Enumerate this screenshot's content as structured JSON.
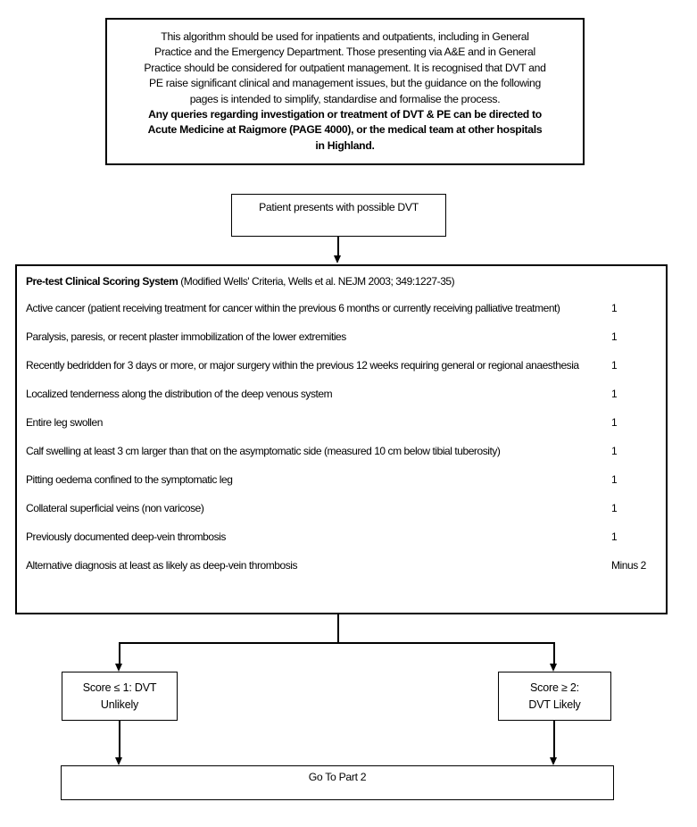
{
  "colors": {
    "line": "#000000",
    "border": "#000000",
    "background": "#ffffff"
  },
  "intro_box": {
    "lines": [
      "This algorithm should be used for inpatients and outpatients, including in General",
      "Practice and the Emergency Department. Those presenting via A&E and in General",
      "Practice should be considered for outpatient management. It is recognised that DVT and",
      "PE raise significant clinical and management issues, but the guidance on the following",
      "pages is intended to simplify, standardise and formalise the process."
    ],
    "bold_lines": [
      "Any queries regarding investigation or treatment of DVT & PE can be directed to",
      "Acute Medicine at Raigmore (PAGE 4000), or the medical team at other hospitals",
      "in Highland."
    ]
  },
  "patient_box": {
    "label": "Patient presents with possible DVT"
  },
  "scoring": {
    "title_bold": "Pre-test Clinical Scoring System",
    "title_rest": " (Modified Wells' Criteria, Wells et al. NEJM 2003; 349:1227-35)",
    "rows": [
      {
        "text": "Active cancer (patient receiving treatment for cancer within the previous 6 months or currently receiving palliative treatment)",
        "score": "1"
      },
      {
        "text": "Paralysis, paresis, or recent plaster immobilization of the lower extremities",
        "score": "1"
      },
      {
        "text": "Recently bedridden for 3 days or more, or major surgery within the previous 12 weeks requiring general or regional anaesthesia",
        "score": "1"
      },
      {
        "text": "Localized tenderness along the distribution of the deep venous system",
        "score": "1"
      },
      {
        "text": "Entire leg swollen",
        "score": "1"
      },
      {
        "text": "Calf swelling at least 3 cm larger than that on the asymptomatic side (measured 10 cm below tibial tuberosity)",
        "score": "1"
      },
      {
        "text": "Pitting oedema confined to the symptomatic leg",
        "score": "1"
      },
      {
        "text": "Collateral superficial veins (non varicose)",
        "score": "1"
      },
      {
        "text": "Previously documented deep-vein thrombosis",
        "score": "1"
      },
      {
        "text": "Alternative diagnosis at least as likely as deep-vein thrombosis",
        "score": "Minus 2"
      }
    ]
  },
  "outcomes": {
    "unlikely": {
      "line1": "Score ≤ 1: DVT",
      "line2": "Unlikely"
    },
    "likely": {
      "line1": "Score ≥ 2:",
      "line2": "DVT Likely"
    }
  },
  "next_box": {
    "label": "Go To Part 2"
  }
}
